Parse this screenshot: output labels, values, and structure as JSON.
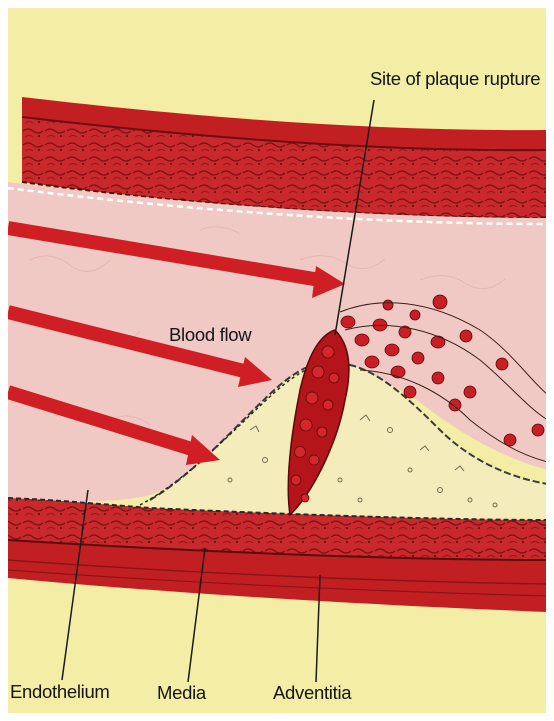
{
  "labels": {
    "plaque_rupture": "Site of plaque rupture",
    "blood_flow": "Blood flow",
    "endothelium": "Endothelium",
    "media": "Media",
    "adventitia": "Adventitia"
  },
  "colors": {
    "background": "#f3eda6",
    "wall_red": "#c6262a",
    "wall_dark": "#8f1616",
    "lumen": "#f0c9c4",
    "plaque": "#f5ecbc",
    "thrombus": "#b3151b",
    "arrow": "#cf1f24",
    "text": "#141414"
  }
}
